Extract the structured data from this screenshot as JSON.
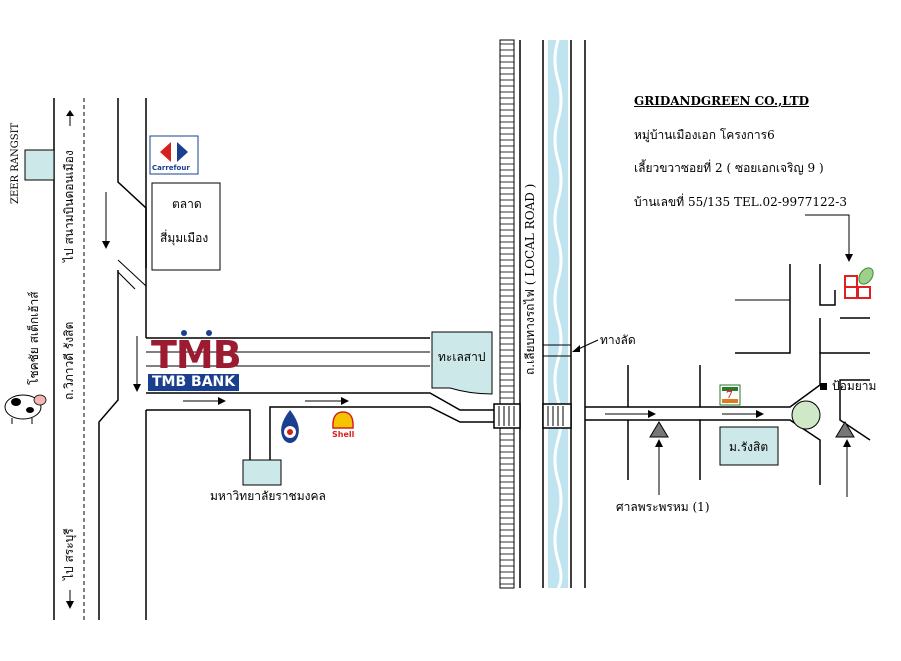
{
  "company": {
    "name": "GRIDANDGREEN CO.,LTD",
    "line1": "หมู่บ้านเมืองเอก  โครงการ6",
    "line2": "เลี้ยวขวาซอยที่ 2 ( ซอยเอกเจริญ 9 )",
    "line3": "บ้านเลขที่ 55/135  TEL.02-9977122-3"
  },
  "labels": {
    "zeer": "ZEER RANGSIT",
    "dairy": "โชคชัย สเต็กเฮ้าส์",
    "to_airport": "ไป สนามบินดอนเมือง",
    "to_saraburi": "ไป สระบุรี",
    "vibhavadi": "ถ.วิภาวดี รังสิต",
    "market_line1": "ตลาด",
    "market_line2": "สี่มุมเมือง",
    "lake": "ทะเลสาป",
    "railway_road": "ถ.เลียบทางรถไฟ ( LOCAL ROAD )",
    "shortcut": "ทางลัด",
    "university": "มหาวิทยาลัยราชมงคล",
    "shrine": "ศาลพระพรหม (1)",
    "police_box": "ป้อมยาม",
    "m_rangsit": "ม.รังสิต"
  },
  "logos": {
    "tmb_word": "TMB",
    "tmb_bank": "TMB BANK",
    "carrefour": "Carrefour",
    "shell": "Shell",
    "seven_eleven": "7"
  },
  "colors": {
    "lake_fill": "#cce8e8",
    "river": "#bfe3ef",
    "tmb_red": "#9b1b30",
    "tmb_blue": "#1a3f8f",
    "roundabout": "#cfe8c8",
    "grid_green_logo": "#e02020"
  }
}
